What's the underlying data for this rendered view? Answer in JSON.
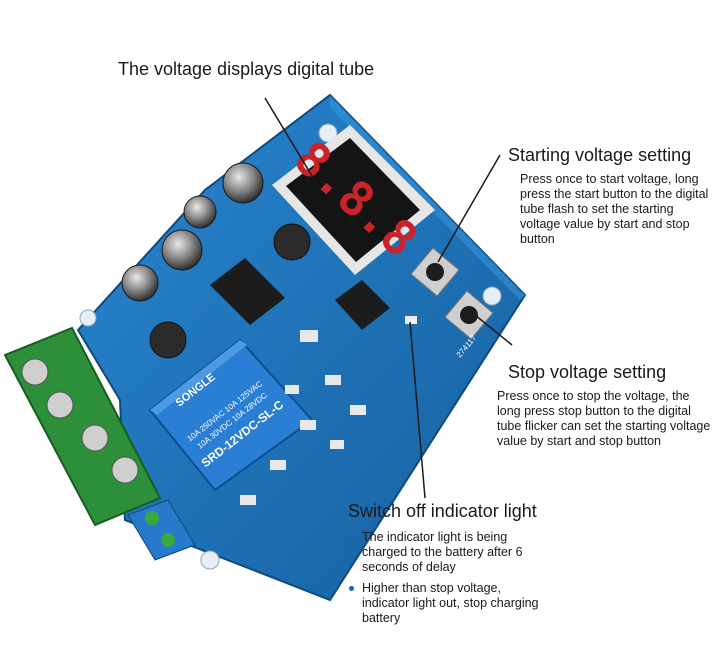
{
  "header": {
    "title": "The voltage displays digital tube"
  },
  "start_setting": {
    "title": "Starting voltage setting",
    "description": "Press once to start voltage, long press the start button to the digital tube flash to set the starting voltage value by start and stop button"
  },
  "stop_setting": {
    "title": "Stop voltage setting",
    "description": "Press once to stop the voltage, the long press stop button to the digital tube flicker can set the starting voltage value by start and stop button"
  },
  "indicator": {
    "title": "Switch off indicator light",
    "bullets": [
      "The indicator light is being charged to the battery after 6 seconds of delay",
      "Higher than stop voltage, indicator light out, stop charging battery"
    ]
  },
  "board": {
    "relay_brand": "SONGLE",
    "relay_rating_1": "10A 250VAC 10A 125VAC",
    "relay_rating_2": "10A 30VDC 10A 28VDC",
    "relay_model": "SRD-12VDC-SL-C",
    "display_digits": "8.8.8",
    "board_code": "274117"
  },
  "colors": {
    "pcb": "#1b6fb8",
    "terminal": "#2e8f3a",
    "bullet": "#1f5fb4"
  }
}
